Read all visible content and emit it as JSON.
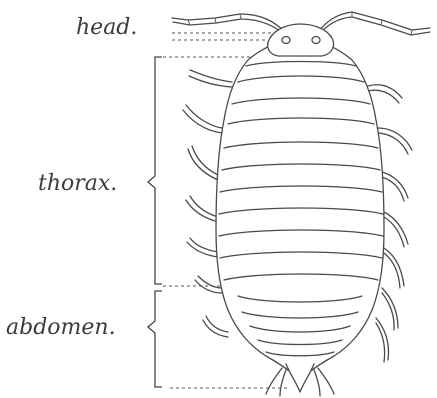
{
  "labels": {
    "head": "head.",
    "thorax": "thorax.",
    "abdomen": "abdomen."
  },
  "icons": {
    "specimen": "woodlouse-illustration"
  },
  "colors": {
    "ink": "#4a4a4a",
    "background": "#ffffff"
  }
}
